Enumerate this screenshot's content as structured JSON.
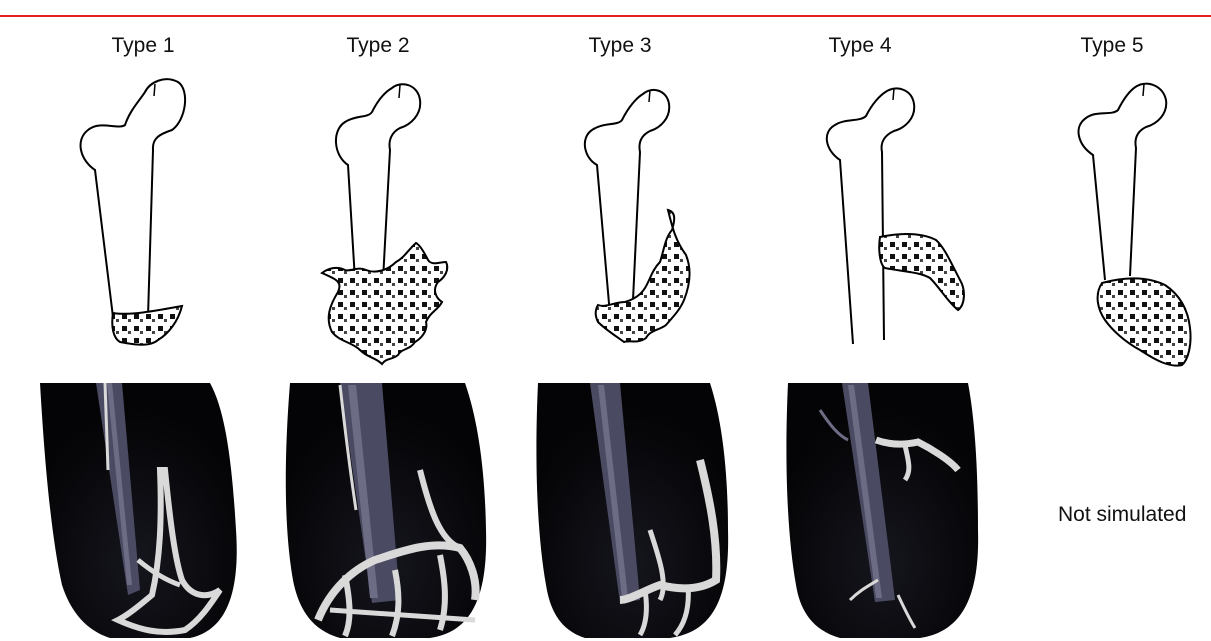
{
  "figure": {
    "types": [
      {
        "label": "Type 1",
        "simulated": true
      },
      {
        "label": "Type 2",
        "simulated": true
      },
      {
        "label": "Type 3",
        "simulated": true
      },
      {
        "label": "Type 4",
        "simulated": true
      },
      {
        "label": "Type 5",
        "simulated": false
      }
    ],
    "not_simulated_text": "Not simulated"
  },
  "colors": {
    "accent_rule": "#e3201b",
    "outline": "#000000",
    "sim_background": "#050507",
    "rod": "#4b4a63",
    "trabecular": "#d9d9d9"
  }
}
